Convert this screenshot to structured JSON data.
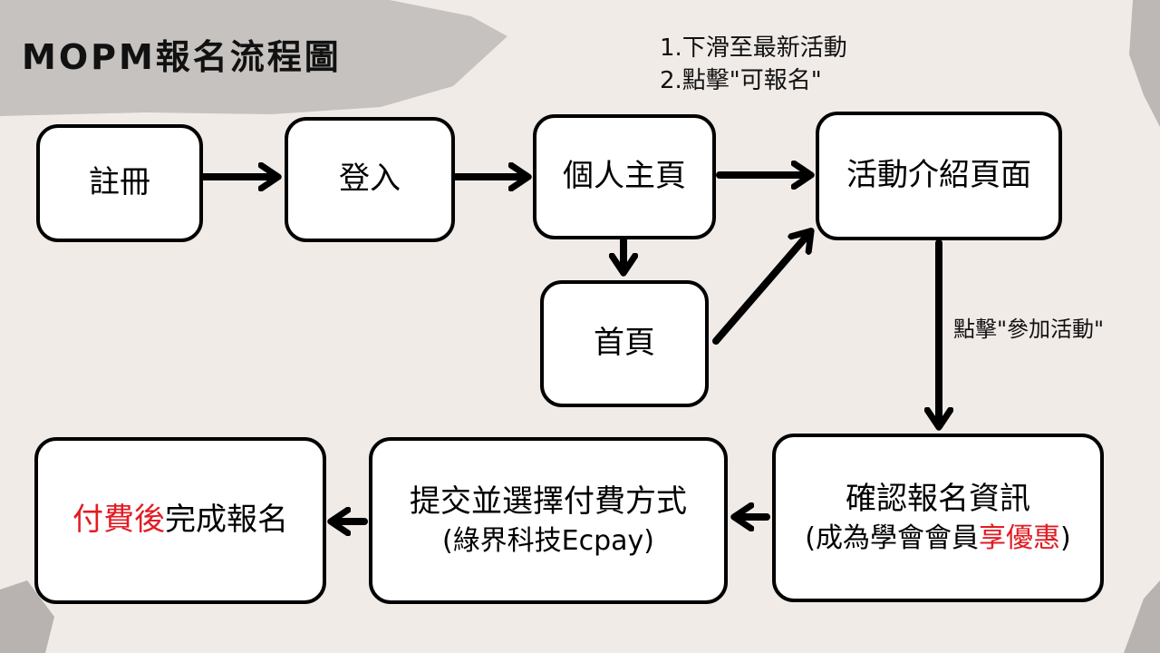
{
  "title": "MOPM報名流程圖",
  "notes": {
    "home_line1": "1.下滑至最新活動",
    "home_line2": "2.點擊\"可報名\"",
    "join": "點擊\"參加活動\""
  },
  "nodes": {
    "register": "註冊",
    "login": "登入",
    "profile": "個人主頁",
    "activity": "活動介紹頁面",
    "home": "首頁",
    "confirm_main": "確認報名資訊",
    "confirm_sub_pre": "(成為學會會員",
    "confirm_sub_red": "享優惠",
    "confirm_sub_post": ")",
    "pay_main": "提交並選擇付費方式",
    "pay_sub": "(綠界科技Ecpay)",
    "done_red": "付費後",
    "done_black": "完成報名"
  },
  "colors": {
    "accent_red": "#e31b23",
    "border": "#000000",
    "background": "#f1ebe8"
  }
}
